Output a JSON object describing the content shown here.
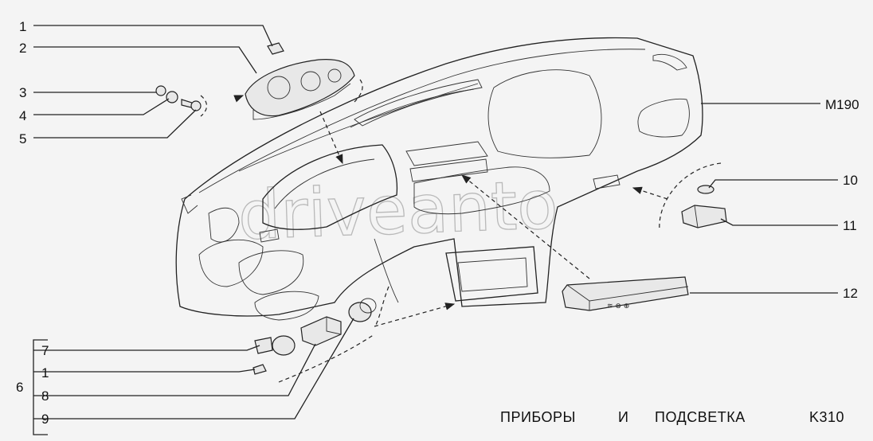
{
  "callouts": {
    "c1_top": "1",
    "c2": "2",
    "c3": "3",
    "c4": "4",
    "c5": "5",
    "m190": "M190",
    "c10": "10",
    "c11": "11",
    "c12": "12",
    "c7": "7",
    "c1_bottom": "1",
    "c6": "6",
    "c8": "8",
    "c9": "9"
  },
  "caption": {
    "title_word1": "ПРИБОРЫ",
    "title_word2": "И",
    "title_word3": "ПОДСВЕТКА",
    "code": "K310"
  },
  "watermark": "driveanto"
}
